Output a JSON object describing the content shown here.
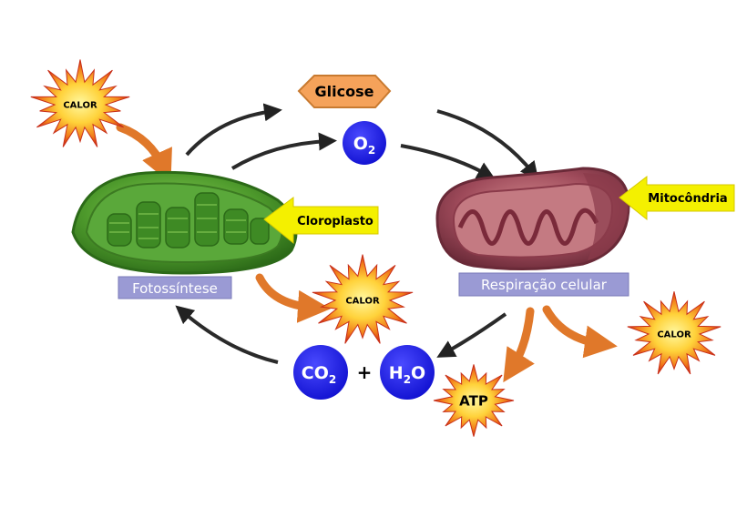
{
  "processes": {
    "photosynthesis": "Fotossíntese",
    "respiration": "Respiração celular"
  },
  "organelles": {
    "chloroplast": "Cloroplasto",
    "mitochondrion": "Mitocôndria"
  },
  "molecules": {
    "glucose": "Glicose",
    "oxygen": {
      "base": "O",
      "sub": "2"
    },
    "carbon_dioxide": {
      "base": "CO",
      "sub": "2"
    },
    "water": {
      "base1": "H",
      "sub": "2",
      "base2": "O"
    },
    "plus": "+"
  },
  "energy": {
    "heat": "CALOR",
    "atp": "ATP"
  },
  "colors": {
    "chloroplast": "#4e9a2c",
    "mitochondrion": "#9e4a5a",
    "molecule_circle": "#1a1ae6",
    "process_box": "#9a9ad4",
    "glucose_hex": "#f5a25a",
    "pointer_yellow": "#f4f000",
    "arrow_dark": "#2a2a2a",
    "arrow_orange": "#e0782a"
  }
}
